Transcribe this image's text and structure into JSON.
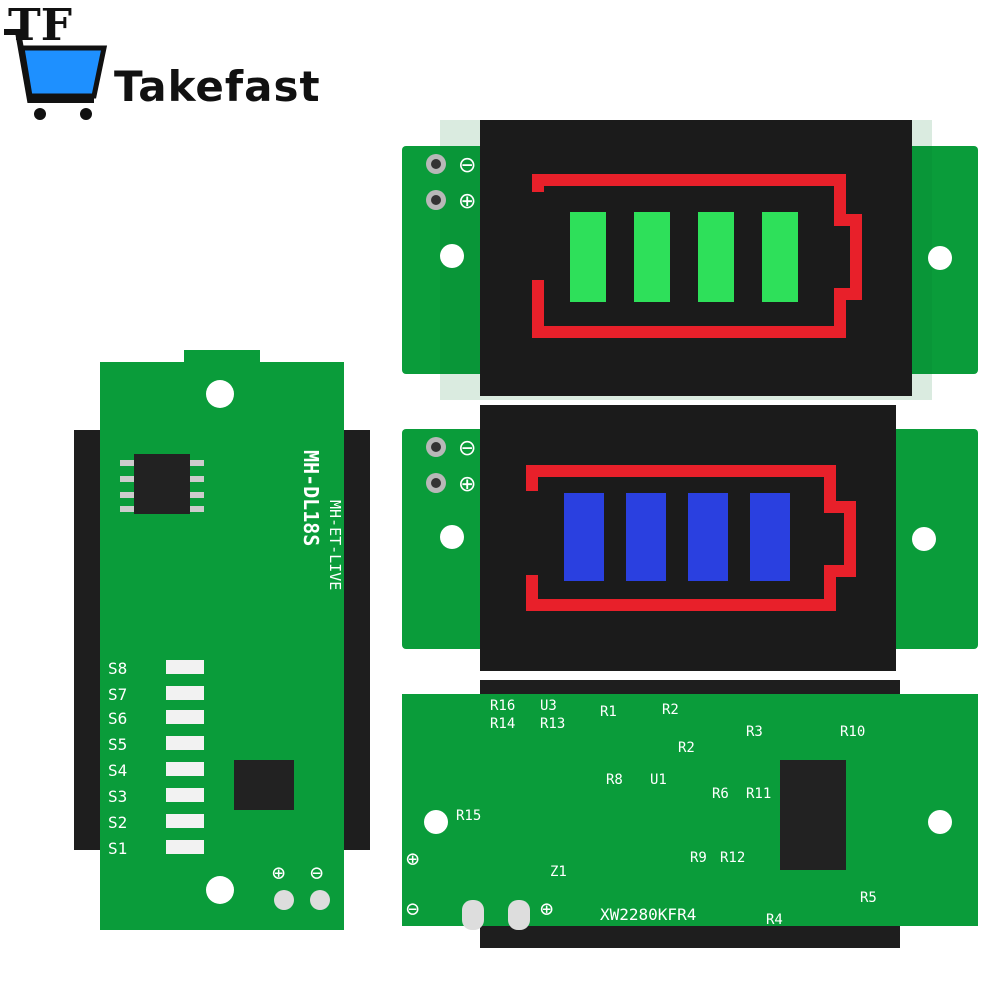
{
  "brand": {
    "logo_text": "TF",
    "name": "Takefast",
    "logo_icon": "shopping-cart-icon",
    "logo_color": "#1e90ff"
  },
  "colors": {
    "pcb_green": "#0a9c3a",
    "pcb_dark_green": "#067a2c",
    "display_black": "#1b1b1b",
    "battery_outline_red": "#e8202a",
    "segment_green": "#2ee05a",
    "segment_blue": "#2a40e0"
  },
  "modules": {
    "green_display": {
      "segments": 4,
      "segment_color": "green",
      "polarity": [
        "⊖",
        "⊕"
      ]
    },
    "blue_display": {
      "segments": 4,
      "segment_color": "blue",
      "polarity": [
        "⊖",
        "⊕"
      ]
    },
    "back_board_vertical": {
      "model": "MH-DL18S",
      "maker": "MH-ET-LIVE",
      "switch_labels": [
        "S8",
        "S7",
        "S6",
        "S5",
        "S4",
        "S3",
        "S2",
        "S1"
      ],
      "polarity": [
        "⊕",
        "⊖"
      ]
    },
    "back_board_horizontal": {
      "chip": "XW2280KFR4",
      "labels": [
        "R16",
        "U3",
        "R14",
        "R13",
        "R1",
        "R2",
        "R3",
        "R10",
        "R2",
        "R8",
        "U1",
        "R6",
        "R11",
        "R15",
        "R9",
        "R12",
        "Z1",
        "R4",
        "R5"
      ],
      "polarity": [
        "⊕",
        "⊖",
        "⊕"
      ]
    }
  }
}
